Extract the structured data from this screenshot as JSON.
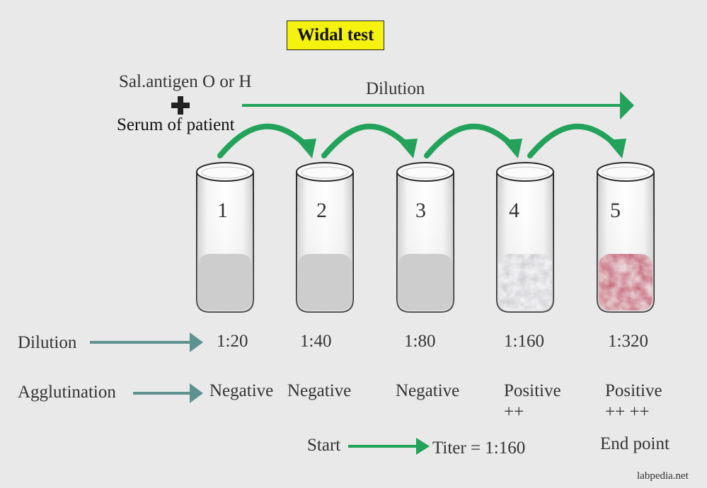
{
  "title": "Widal test",
  "reagents": {
    "antigen": "Sal.antigen O or H",
    "plus_icon": "plus-icon",
    "serum": "Serum of patient"
  },
  "dilution_arrow_label": "Dilution",
  "tubes": [
    {
      "number": "1",
      "dilution": "1:20",
      "result": "Negative",
      "grade": "",
      "fill": "gray"
    },
    {
      "number": "2",
      "dilution": "1:40",
      "result": "Negative",
      "grade": "",
      "fill": "gray"
    },
    {
      "number": "3",
      "dilution": "1:80",
      "result": "Negative",
      "grade": "",
      "fill": "gray"
    },
    {
      "number": "4",
      "dilution": "1:160",
      "result": "Positive",
      "grade": "++",
      "fill": "white-agglutinate"
    },
    {
      "number": "5",
      "dilution": "1:320",
      "result": "Positive",
      "grade": "++ ++",
      "fill": "red-agglutinate"
    }
  ],
  "row_labels": {
    "dilution": "Dilution",
    "agglutination": "Agglutination"
  },
  "start": "Start",
  "titer": "Titer = 1:160",
  "end_point": "End point",
  "footer": "labpedia.net",
  "colors": {
    "arrow_green": "#22a25a",
    "arrow_teal": "#5e9290",
    "title_bg": "#f5f20f",
    "background": "#e9e9e9"
  }
}
